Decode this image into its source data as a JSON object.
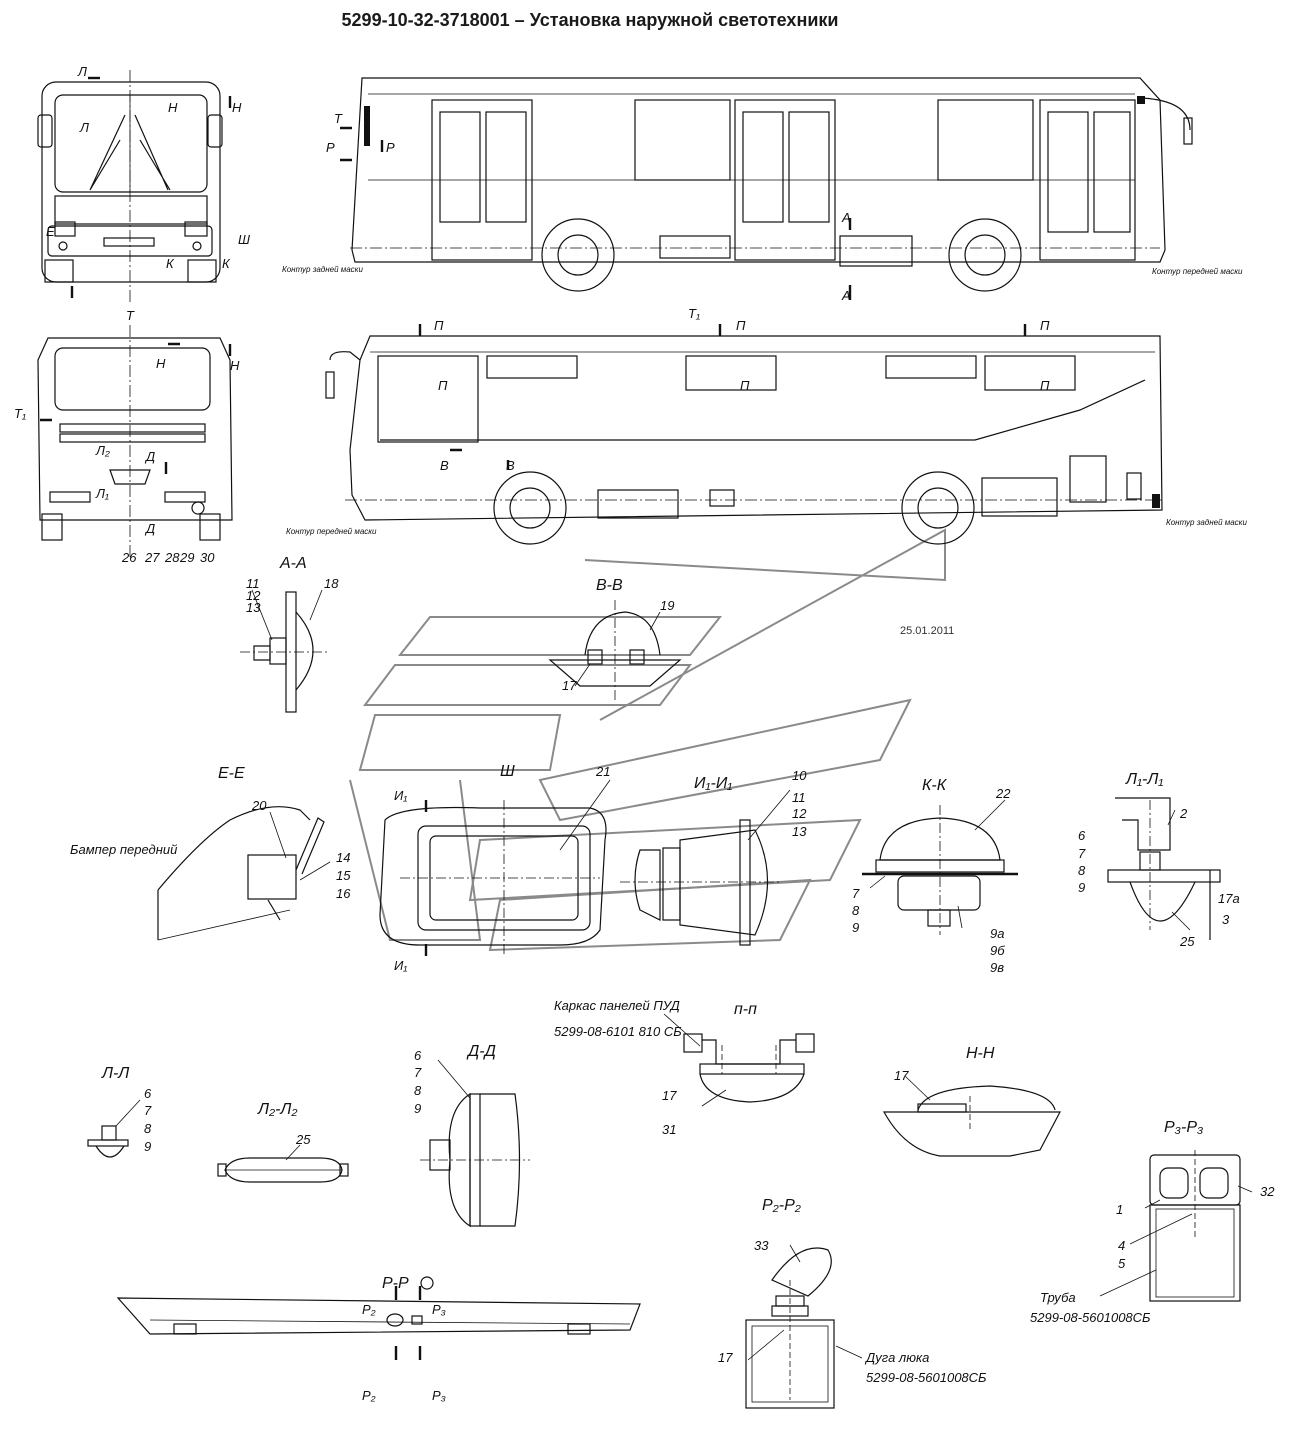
{
  "title": "5299-10-32-3718001 – Установка наружной светотехники",
  "date_stamp": "25.01.2011",
  "sections": {
    "aa": "А-А",
    "vv": "В-В",
    "ee": "Е-Е",
    "sh": "Ш",
    "i1i1": "И₁-И₁",
    "kk": "К-К",
    "l1l1": "Л₁-Л₁",
    "ll": "Л-Л",
    "l2l2": "Л₂-Л₂",
    "dd": "Д-Д",
    "pp": "п-п",
    "nn": "Н-Н",
    "p3p3": "Р₃-Р₃",
    "rr": "Р-Р",
    "p2p2": "Р₂-Р₂",
    "t": "Т",
    "t1": "Т₁"
  },
  "notes": {
    "bumper": "Бампер передний",
    "panel_frame_1": "Каркас панелей ПУД",
    "panel_frame_2": "5299-08-6101 810 СБ",
    "pipe_1": "Труба",
    "pipe_2": "5299-08-5601008СБ",
    "arc_1": "Дуга люка",
    "arc_2": "5299-08-5601008СБ",
    "rear_contour": "Контур задней маски",
    "front_contour": "Контур передней маски"
  },
  "view_marks": {
    "l": "Л",
    "n": "Н",
    "sh": "Ш",
    "k": "К",
    "e": "Е",
    "a": "А",
    "p": "Р",
    "t": "Т",
    "t1": "Т₁",
    "pi": "П",
    "v": "В",
    "d": "Д",
    "l1": "Л₁",
    "l2": "Л₂",
    "i1": "И₁",
    "p2": "Р₂",
    "p3": "Р₃"
  },
  "callouts": {
    "n1": "1",
    "n2": "2",
    "n3": "3",
    "n4": "4",
    "n5": "5",
    "n6": "6",
    "n7": "7",
    "n8": "8",
    "n9": "9",
    "n9a": "9а",
    "n9b": "9б",
    "n9v": "9в",
    "n10": "10",
    "n11": "11",
    "n12": "12",
    "n13": "13",
    "n14": "14",
    "n15": "15",
    "n16": "16",
    "n17": "17",
    "n17a": "17а",
    "n18": "18",
    "n19": "19",
    "n20": "20",
    "n21": "21",
    "n22": "22",
    "n25": "25",
    "n26": "26",
    "n27": "27",
    "n28": "28",
    "n29": "29",
    "n30": "30",
    "n31": "31",
    "n32": "32",
    "n33": "33"
  }
}
